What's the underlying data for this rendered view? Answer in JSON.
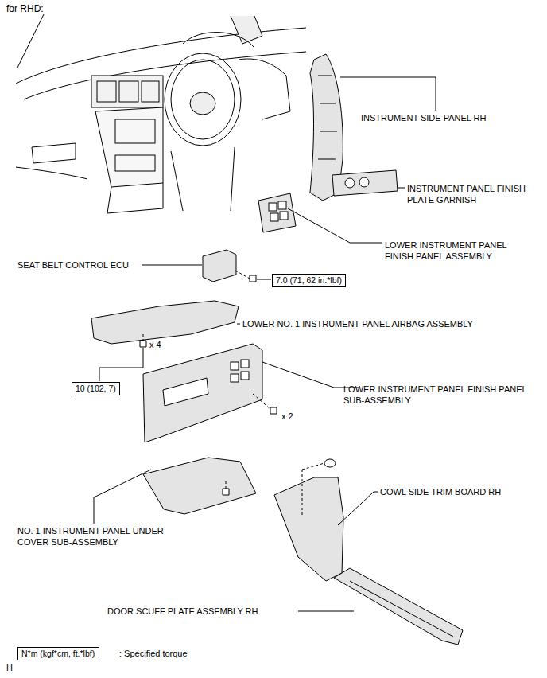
{
  "diagram": {
    "title": "for RHD:",
    "nodes": [
      {
        "text": [
          "7.0 (71, 62 in.*lbf)"
        ]
      },
      {
        "text": [
          "10 (102, 7)"
        ]
      },
      {
        "text": [
          "N*m (kgf*cm, ft.*lbf)"
        ]
      }
    ],
    "labels": [
      "INSTRUMENT SIDE PANEL RH",
      "INSTRUMENT PANEL FINISH PLATE GARNISH",
      "LOWER INSTRUMENT PANEL FINISH PANEL ASSEMBLY",
      "SEAT BELT CONTROL ECU",
      "LOWER NO. 1 INSTRUMENT PANEL AIRBAG ASSEMBLY",
      "x 4",
      "LOWER INSTRUMENT PANEL FINISH PANEL SUB-ASSEMBLY",
      "x 2",
      "COWL SIDE TRIM BOARD RH",
      "NO. 1 INSTRUMENT PANEL UNDER COVER SUB-ASSEMBLY",
      "DOOR SCUFF PLATE ASSEMBLY RH",
      ": Specified torque",
      "H"
    ]
  }
}
